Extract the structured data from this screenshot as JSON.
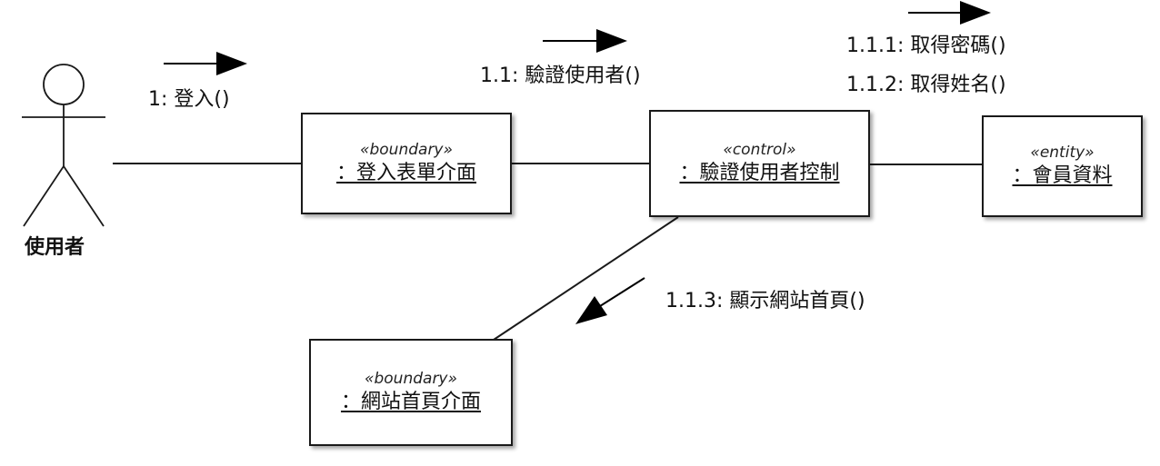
{
  "actor": {
    "label": "使用者"
  },
  "objects": {
    "login_form": {
      "stereotype": "«boundary»",
      "name": "：登入表單介面"
    },
    "verify_control": {
      "stereotype": "«control»",
      "name": "：驗證使用者控制"
    },
    "member_data": {
      "stereotype": "«entity»",
      "name": "：會員資料"
    },
    "homepage": {
      "stereotype": "«boundary»",
      "name": "：網站首頁介面"
    }
  },
  "messages": {
    "m1": "1: 登入()",
    "m1_1": "1.1: 驗證使用者()",
    "m1_1_1": "1.1.1: 取得密碼()",
    "m1_1_2": "1.1.2: 取得姓名()",
    "m1_1_3": "1.1.3: 顯示網站首頁()"
  }
}
